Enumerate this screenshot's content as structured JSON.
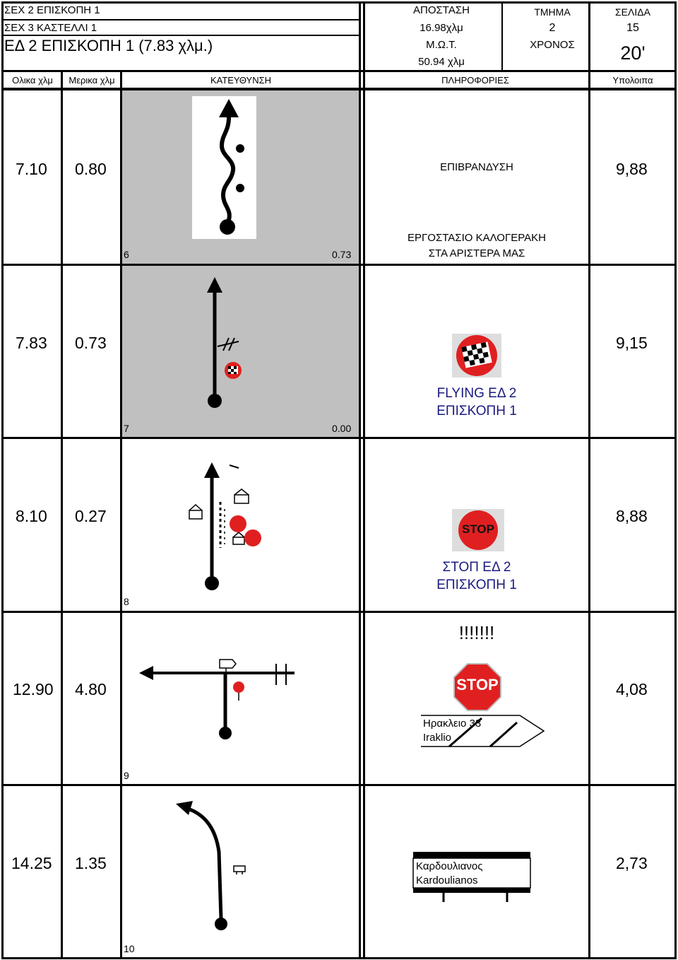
{
  "header": {
    "line1": "ΣΕΧ 2  ΕΠΙΣΚΟΠΗ 1",
    "line2": "ΣΕΧ 3  ΚΑΣΤΕΛΛΙ 1",
    "line3": "ΕΔ 2 ΕΠΙΣΚΟΠΗ 1 (7.83 χλμ.)",
    "distance_label": "ΑΠΟΣΤΑΣΗ",
    "distance_value": "16.98χλμ",
    "mo_label": "Μ.Ω.Τ.",
    "mo_value": "50.94 χλμ",
    "section_label": "ΤΜΗΜΑ",
    "section_value": "2",
    "time_label": "ΧΡΟΝΟΣ",
    "page_label": "ΣΕΛΙΔΑ",
    "page_value": "15",
    "time_value": "20'"
  },
  "columns": {
    "total": "Ολικα χλμ",
    "partial": "Μερικα χλμ",
    "direction": "ΚΑΤΕΥΘΥΝΣΗ",
    "info": "ΠΛΗΡΟΦΟΡΙΕΣ",
    "remaining": "Υπολοιπα"
  },
  "rows": [
    {
      "total": "7.10",
      "partial": "0.80",
      "box_num": "6",
      "box_val": "0.73",
      "info": "ΕΠΙΒΡΑΝΔΥΣΗ",
      "info_top": "",
      "info_bottom1": "ΕΡΓΟΣΤΑΣΙΟ ΚΑΛΟΓΕΡΑΚΗ",
      "info_bottom2": "ΣΤΑ ΑΡΙΣΤΕΡΑ ΜΑΣ",
      "remaining": "9,88"
    },
    {
      "total": "7.83",
      "partial": "0.73",
      "box_num": "7",
      "box_val": "0.00",
      "info1": "FLYING ΕΔ 2",
      "info2": "ΕΠΙΣΚΟΠΗ 1",
      "remaining": "9,15"
    },
    {
      "total": "8.10",
      "partial": "0.27",
      "box_num": "8",
      "info1": "ΣΤΟΠ ΕΔ 2",
      "info2": "ΕΠΙΣΚΟΠΗ 1",
      "stop_text": "STOP",
      "remaining": "8,88"
    },
    {
      "total": "12.90",
      "partial": "4.80",
      "box_num": "9",
      "exclaim": "!!!!!!!",
      "stop_text": "STOP",
      "sign1": "Ηρακλειο 33",
      "sign2": "Iraklio",
      "remaining": "4,08"
    },
    {
      "total": "14.25",
      "partial": "1.35",
      "box_num": "10",
      "sign1": "Καρδουλιανος",
      "sign2": "Kardoulianos",
      "remaining": "2,73"
    }
  ],
  "colors": {
    "shade": "#c0c0c0",
    "stop_red": "#e02020",
    "info_blue": "#1a1a80"
  }
}
